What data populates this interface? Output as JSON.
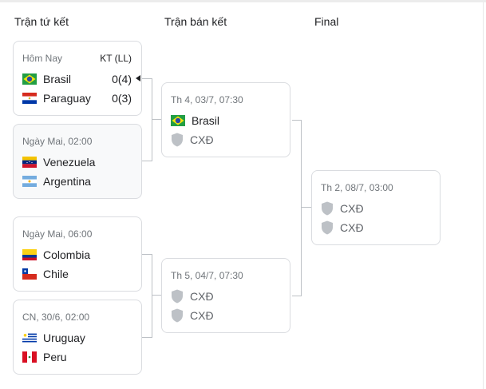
{
  "headers": {
    "quarter": "Trận tứ kết",
    "semi": "Trận bán kết",
    "final": "Final"
  },
  "quarterfinals": [
    {
      "meta": "Hôm Nay",
      "status": "KT (LL)",
      "teams": [
        {
          "name": "Brasil",
          "score": "0(4)",
          "flag": "brazil-flag-icon"
        },
        {
          "name": "Paraguay",
          "score": "0(3)",
          "flag": "paraguay-flag-icon"
        }
      ]
    },
    {
      "meta": "Ngày Mai, 02:00",
      "teams": [
        {
          "name": "Venezuela",
          "flag": "venezuela-flag-icon"
        },
        {
          "name": "Argentina",
          "flag": "argentina-flag-icon"
        }
      ]
    },
    {
      "meta": "Ngày Mai, 06:00",
      "teams": [
        {
          "name": "Colombia",
          "flag": "colombia-flag-icon"
        },
        {
          "name": "Chile",
          "flag": "chile-flag-icon"
        }
      ]
    },
    {
      "meta": "CN, 30/6, 02:00",
      "teams": [
        {
          "name": "Uruguay",
          "flag": "uruguay-flag-icon"
        },
        {
          "name": "Peru",
          "flag": "peru-flag-icon"
        }
      ]
    }
  ],
  "semifinals": [
    {
      "meta": "Th 4, 03/7, 07:30",
      "teams": [
        {
          "name": "Brasil",
          "flag": "brazil-flag-icon"
        },
        {
          "name": "CXĐ",
          "flag": "shield-icon"
        }
      ]
    },
    {
      "meta": "Th 5, 04/7, 07:30",
      "teams": [
        {
          "name": "CXĐ",
          "flag": "shield-icon"
        },
        {
          "name": "CXĐ",
          "flag": "shield-icon"
        }
      ]
    }
  ],
  "final": {
    "meta": "Th 2, 08/7, 03:00",
    "teams": [
      {
        "name": "CXĐ",
        "flag": "shield-icon"
      },
      {
        "name": "CXĐ",
        "flag": "shield-icon"
      }
    ]
  },
  "colors": {
    "border": "#dadce0",
    "connector": "#bdc1c6",
    "muted": "#70757a",
    "placeholder_shield": "#bdc1c6"
  }
}
